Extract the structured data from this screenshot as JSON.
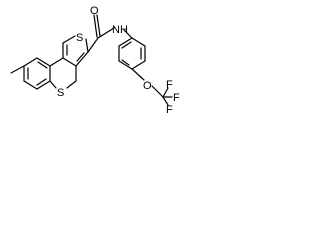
{
  "colors": {
    "background": "#ffffff",
    "bonds": "#000000",
    "atom_labels": "#000000"
  },
  "atoms": {
    "thiophene_sulfur": "S",
    "ring_sulfur": "S",
    "carbonyl_oxygen": "O",
    "amide_nitrogen": "N",
    "amide_hydrogen": "H",
    "ether_oxygen": "O",
    "fluorine_top": "F",
    "fluorine_right": "F",
    "fluorine_bottom": "F"
  }
}
